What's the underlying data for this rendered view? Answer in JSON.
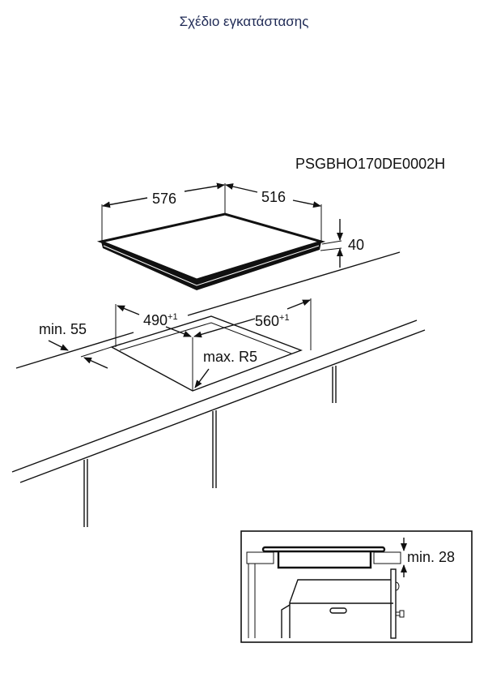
{
  "title": "Σχέδιο εγκατάστασης",
  "drawing": {
    "code": "PSGBHO170DE0002H",
    "hob_width": "576",
    "hob_depth": "516",
    "hob_height": "40",
    "cutout_width": "560",
    "cutout_width_tol": "+1",
    "cutout_depth": "490",
    "cutout_depth_tol": "+1",
    "corner_radius": "max. R5",
    "front_distance": "min. 55",
    "worktop_thickness": "min. 28"
  }
}
